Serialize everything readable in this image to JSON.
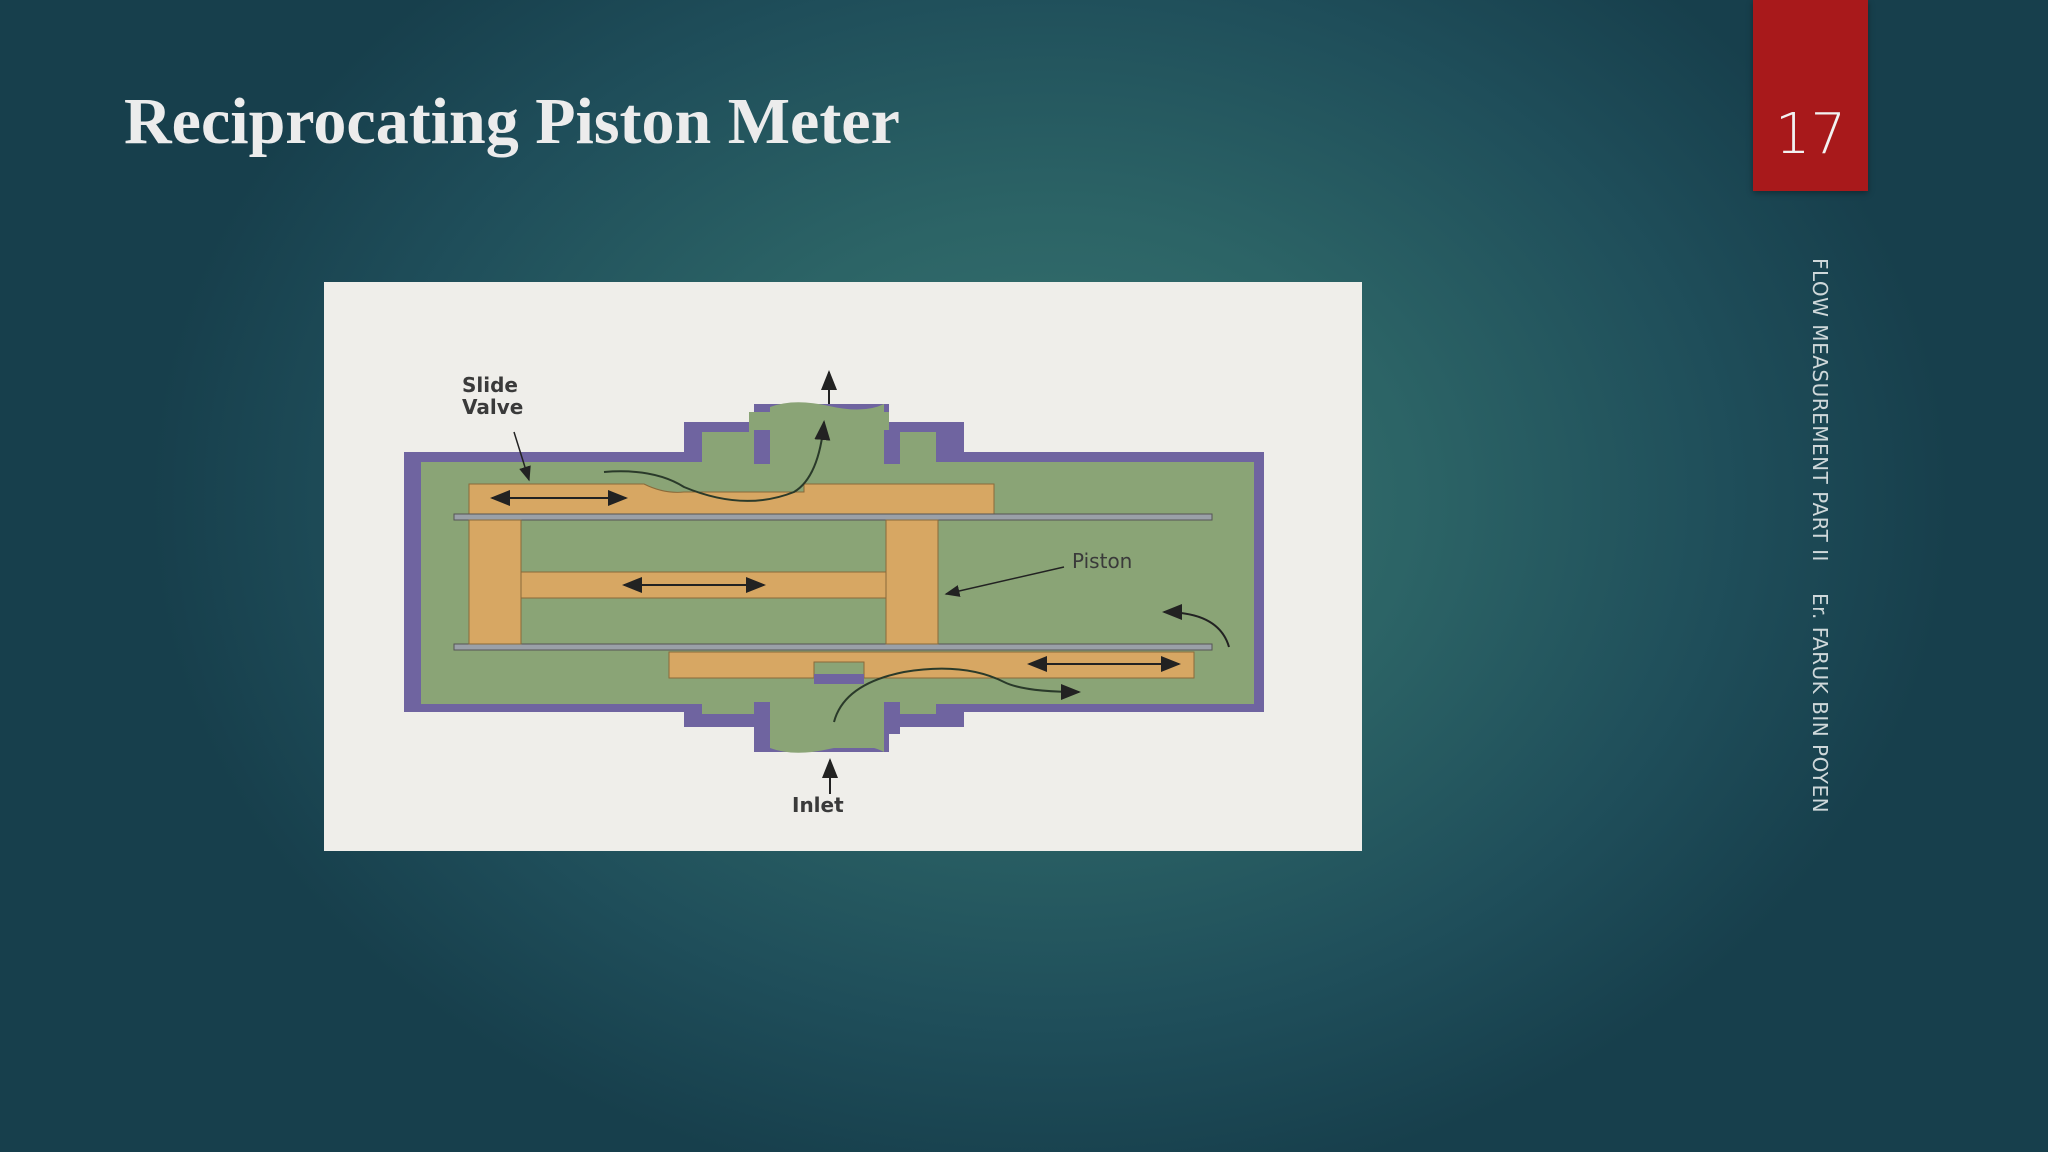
{
  "slide": {
    "title": "Reciprocating Piston Meter",
    "page_number": "17",
    "footer_course": "FLOW MEASUREMENT PART II",
    "footer_author": "Er. FARUK BIN POYEN"
  },
  "diagram": {
    "labels": {
      "slide_valve_line1": "Slide",
      "slide_valve_line2": "Valve",
      "piston": "Piston",
      "inlet": "Inlet"
    },
    "colors": {
      "casing": "#6f64a0",
      "fluid": "#8aa476",
      "piston": "#d7a763",
      "rod": "#9aa0a8",
      "background": "#efeeea"
    }
  }
}
